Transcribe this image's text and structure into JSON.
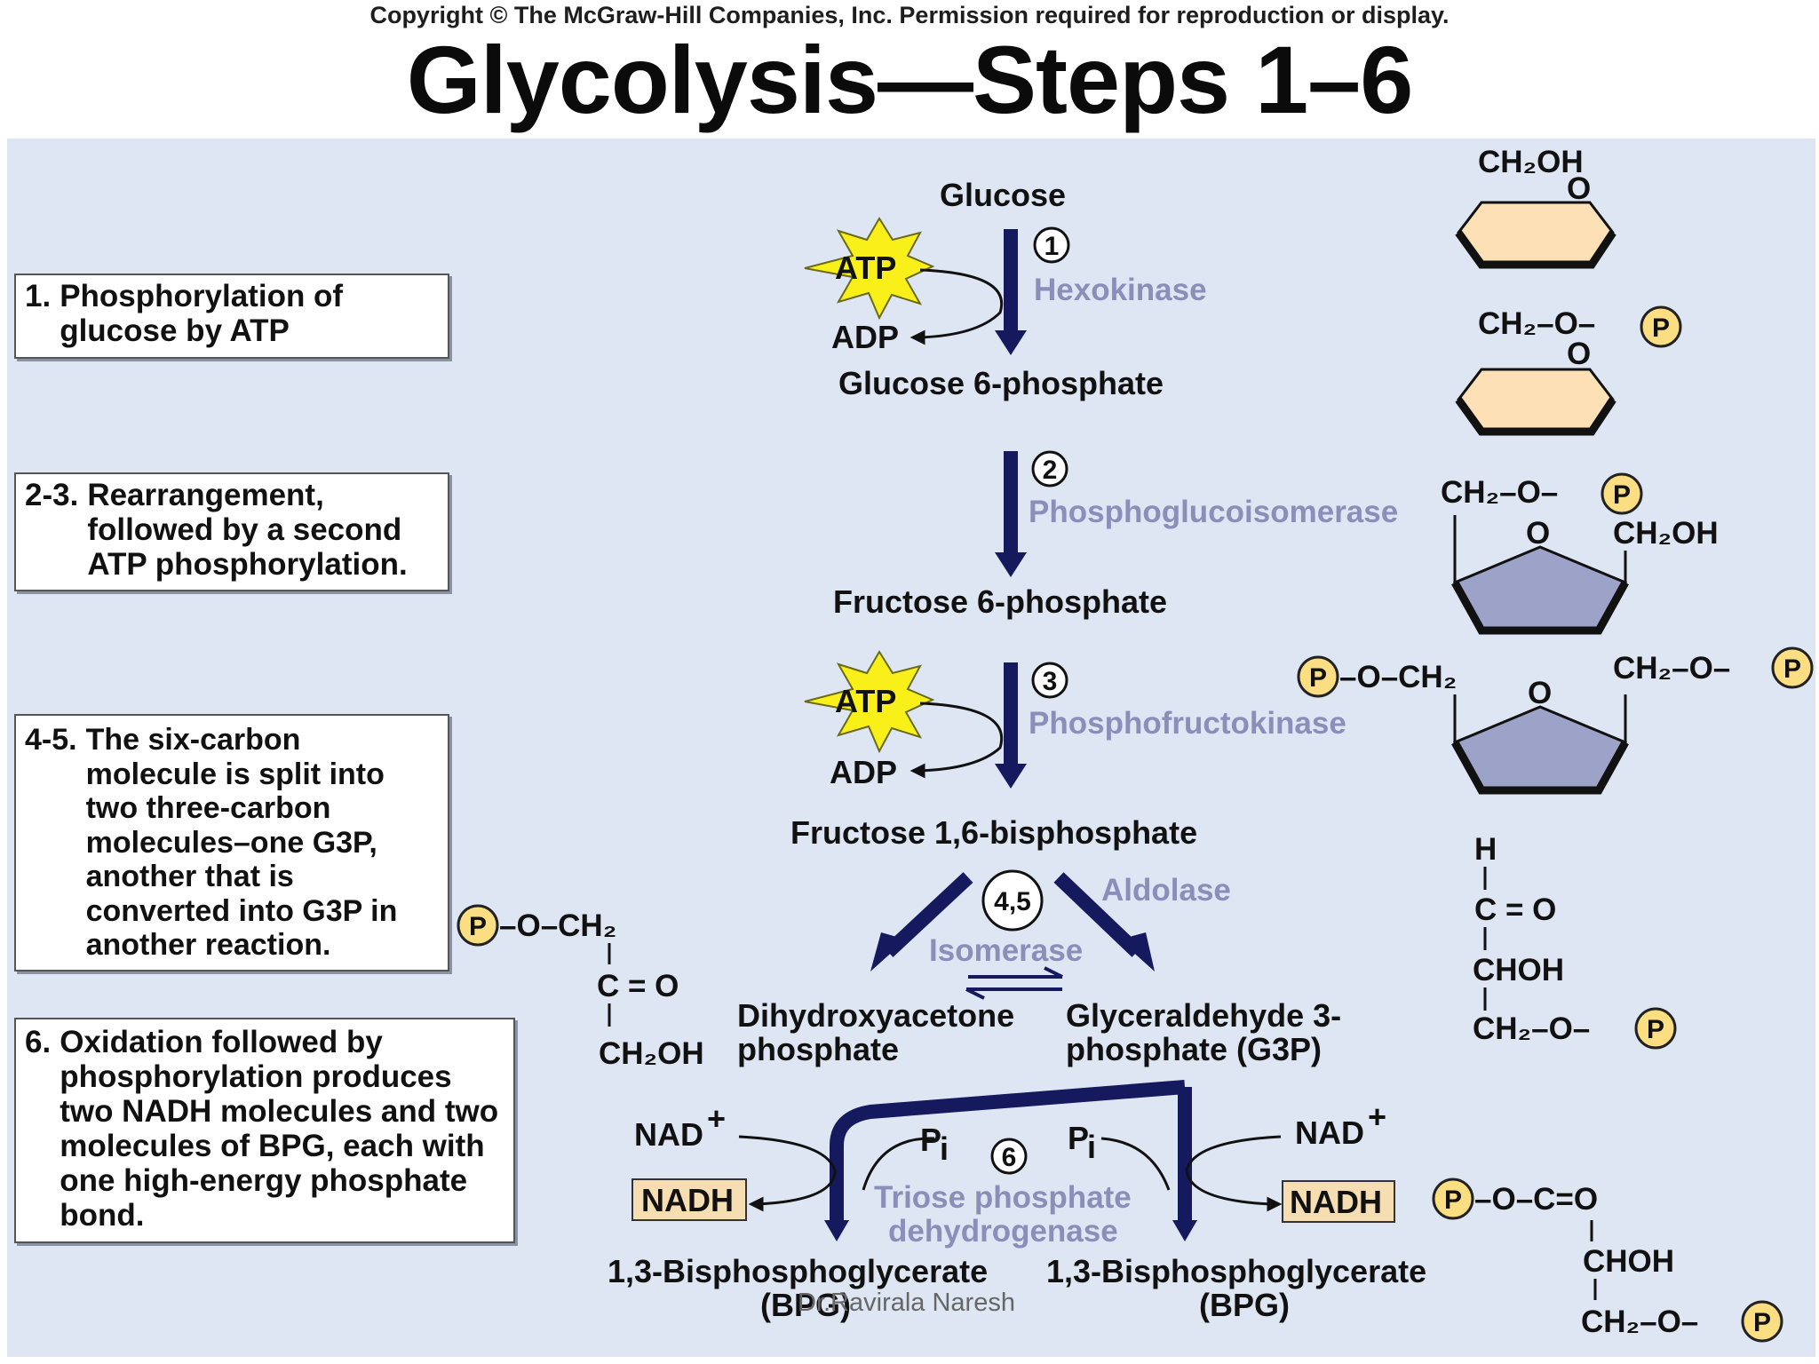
{
  "header": {
    "copyright": "Copyright © The McGraw-Hill Companies, Inc. Permission required for reproduction or display.",
    "title": "Glycolysis—Steps 1–6"
  },
  "notes": [
    {
      "num": "1.",
      "text": "Phosphorylation of glucose by ATP"
    },
    {
      "num": "2-3.",
      "text": "Rearrangement, followed by a second ATP phosphorylation."
    },
    {
      "num": "4-5.",
      "text": "The six-carbon molecule is split into two three-carbon molecules–one G3P, another that is converted into G3P in another reaction."
    },
    {
      "num": "6.",
      "text": "Oxidation followed by phosphorylation produces two NADH molecules and two molecules of BPG, each with one high-energy phosphate bond."
    }
  ],
  "molecules": {
    "glucose": "Glucose",
    "g6p": "Glucose 6-phosphate",
    "f6p": "Fructose 6-phosphate",
    "f16bp": "Fructose 1,6-bisphosphate",
    "dhap_line1": "Dihydroxyacetone",
    "dhap_line2": "phosphate",
    "g3p_line1": "Glyceraldehyde 3-",
    "g3p_line2": "phosphate (G3P)",
    "bpg_left_line1": "1,3-Bisphosphoglycerate",
    "bpg_left_line2": "(BPG)",
    "bpg_right_line1": "1,3-Bisphosphoglycerate",
    "bpg_right_line2": "(BPG)"
  },
  "enzymes": {
    "step1": "Hexokinase",
    "step2": "Phosphoglucoisomerase",
    "step3": "Phosphofructokinase",
    "step45_a": "Aldolase",
    "step45_b": "Isomerase",
    "step6_line1": "Triose phosphate",
    "step6_line2": "dehydrogenase"
  },
  "steps": {
    "s1": "1",
    "s2": "2",
    "s3": "3",
    "s45": "4,5",
    "s6": "6"
  },
  "cofactors": {
    "atp": "ATP",
    "adp": "ADP",
    "nad": "NAD",
    "nad_sup": "+",
    "nadh": "NADH",
    "pi": "P",
    "pi_sub": "i"
  },
  "structures": {
    "ch2oh": "CH₂OH",
    "o": "O",
    "ch2_o": "CH₂–O–",
    "p": "P",
    "h": "H",
    "c_eq_o": "C = O",
    "choh": "CHOH",
    "o_ch2": "–O–CH₂",
    "o_c_eq_o": "–O–C=O"
  },
  "watermark": "Dr.Ravirala Naresh",
  "colors": {
    "panel": "#dde6f2",
    "arrow": "#15195e",
    "enzyme_text": "#8a8eb8",
    "phosphate": "#fcde82",
    "hexose_ring": "#fde0b6",
    "furanose_ring": "#9da2c9",
    "nadh_box": "#f6ddb2",
    "atp_burst": "#f8f018"
  }
}
